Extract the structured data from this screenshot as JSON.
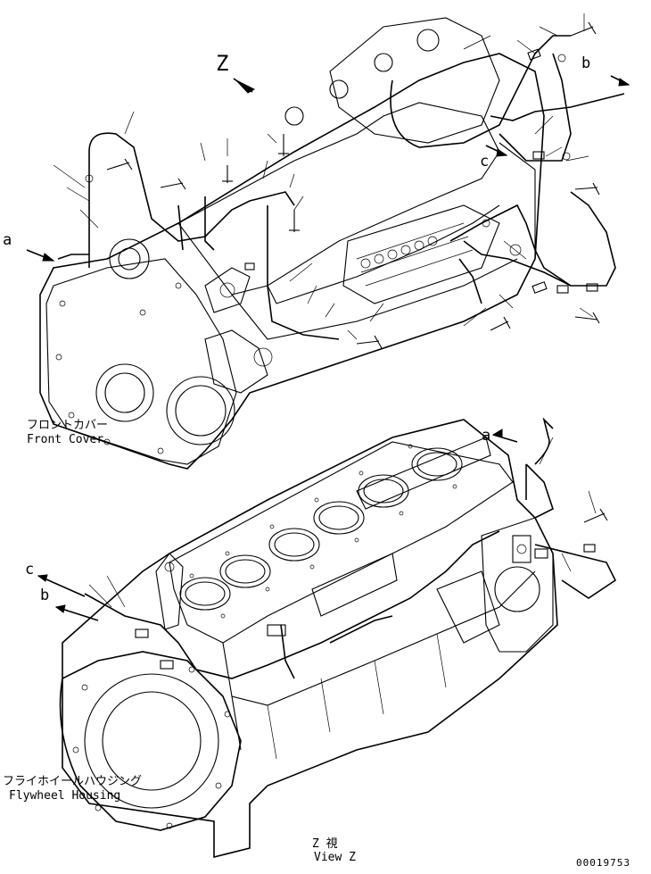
{
  "labels": {
    "view_marker": "Z",
    "front_cover_jp": "フロントカバー",
    "front_cover_en": "Front Cover",
    "flywheel_housing_jp": "フライホイールハウジング",
    "flywheel_housing_en": "Flywheel Housing",
    "view_z_jp": "Z 視",
    "view_z_en": "View Z",
    "part_number": "00019753"
  },
  "connectors": {
    "a_top": "a",
    "b_top": "b",
    "c_top": "c",
    "a_bottom": "a",
    "b_bottom": "b",
    "c_bottom": "c"
  }
}
